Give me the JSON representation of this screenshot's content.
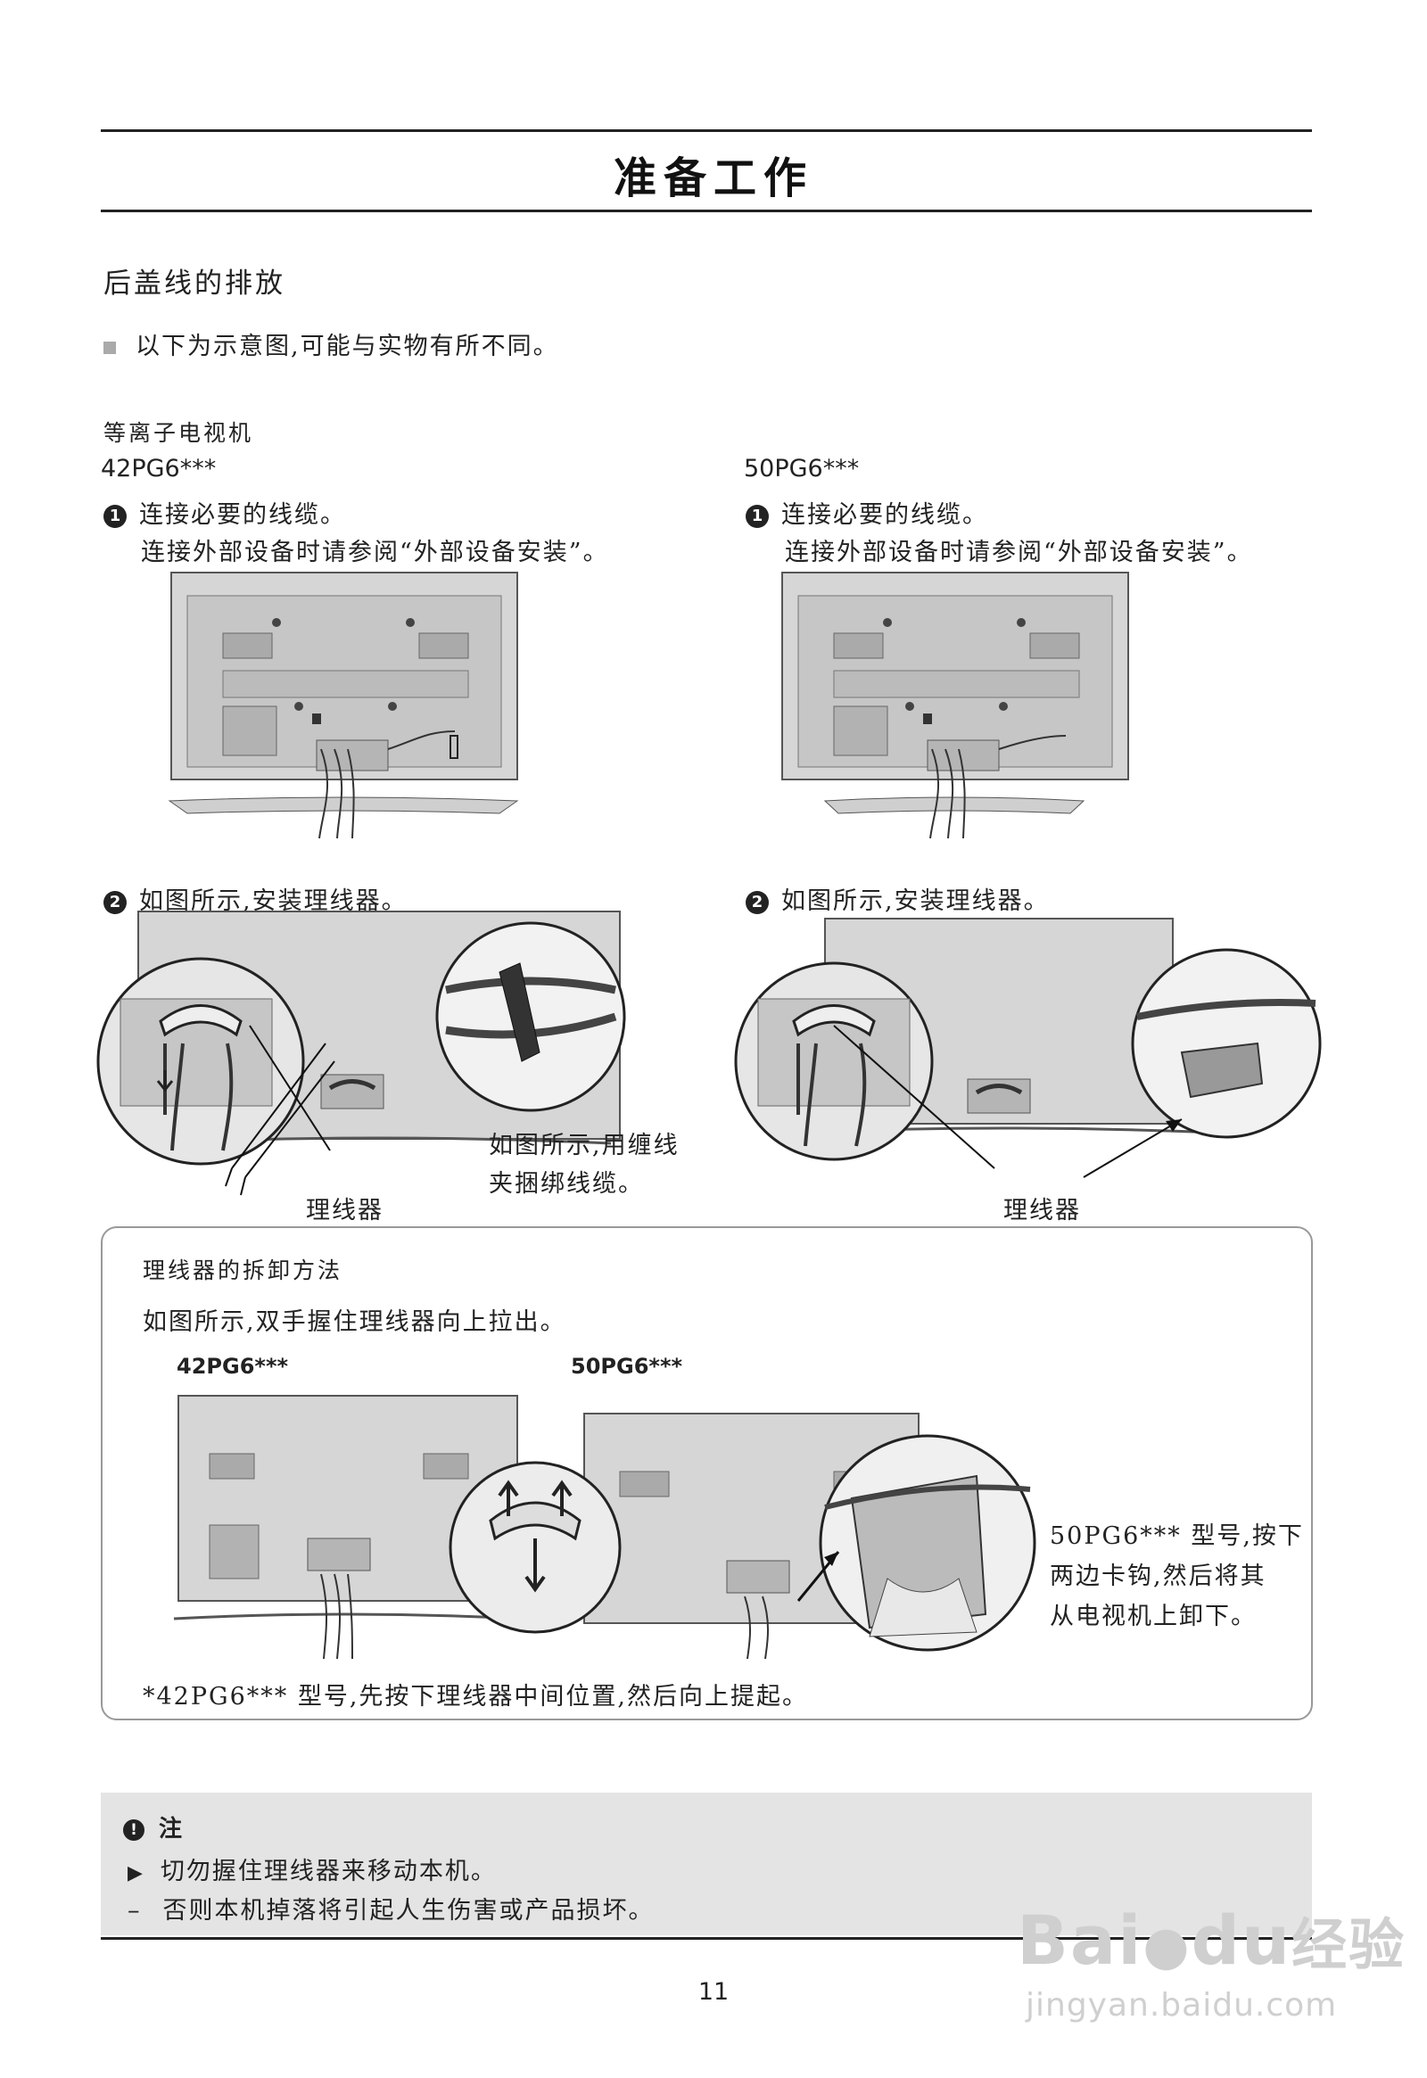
{
  "page": {
    "title": "准备工作",
    "section_title": "后盖线的排放",
    "intro_note": "以下为示意图,可能与实物有所不同。",
    "category": "等离子电视机",
    "page_number": "11"
  },
  "left_column": {
    "model": "42PG6***",
    "step1_num": "1",
    "step1_line1": "连接必要的线缆。",
    "step1_line2": "连接外部设备时请参阅“外部设备安装”。",
    "step2_num": "2",
    "step2_text": "如图所示,安装理线器。",
    "callout_line1": "如图所示,用缠线",
    "callout_line2": "夹捆绑线缆。",
    "cable_manager_label": "理线器"
  },
  "right_column": {
    "model": "50PG6***",
    "step1_num": "1",
    "step1_line1": "连接必要的线缆。",
    "step1_line2": "连接外部设备时请参阅“外部设备安装”。",
    "step2_num": "2",
    "step2_text": "如图所示,安装理线器。",
    "cable_manager_label": "理线器"
  },
  "removal": {
    "title": "理线器的拆卸方法",
    "instruction": "如图所示,双手握住理线器向上拉出。",
    "model_a": "42PG6***",
    "model_b": "50PG6***",
    "side_note_line1": "50PG6*** 型号,按下",
    "side_note_line2": "两边卡钩,然后将其",
    "side_note_line3": "从电视机上卸下。",
    "footnote": "*42PG6*** 型号,先按下理线器中间位置,然后向上提起。"
  },
  "note": {
    "icon_glyph": "!",
    "title": "注",
    "item1_marker": "▶",
    "item1": "切勿握住理线器来移动本机。",
    "item2_marker": "–",
    "item2": "否则本机掉落将引起人生伤害或产品损坏。"
  },
  "watermark": {
    "brand_a": "Bai",
    "brand_b": "du",
    "brand_cn": "经验",
    "url": "jingyan.baidu.com"
  }
}
